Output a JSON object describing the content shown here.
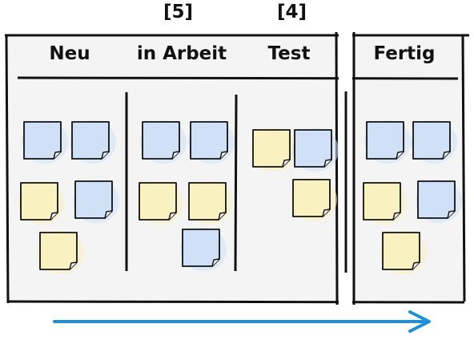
{
  "wip_limits": [
    {
      "column": "in Arbeit",
      "text": "[5]"
    },
    {
      "column": "Test",
      "text": "[4]"
    }
  ],
  "columns": [
    {
      "title": "Neu",
      "cards": [
        "blue",
        "blue",
        "yellow",
        "blue",
        "yellow"
      ]
    },
    {
      "title": "in Arbeit",
      "cards": [
        "blue",
        "blue",
        "yellow",
        "yellow",
        "blue"
      ]
    },
    {
      "title": "Test",
      "cards": [
        "yellow",
        "blue",
        "yellow"
      ]
    },
    {
      "title": "Fertig",
      "cards": [
        "blue",
        "blue",
        "yellow",
        "blue",
        "yellow"
      ]
    }
  ],
  "colors": {
    "card_blue": "#cfe0f7",
    "card_yellow": "#faf1c0",
    "board_bg": "#f4f4f4",
    "arrow": "#1e8fd8",
    "ink": "#111111"
  },
  "flow_direction_icon": "arrow-right-icon"
}
